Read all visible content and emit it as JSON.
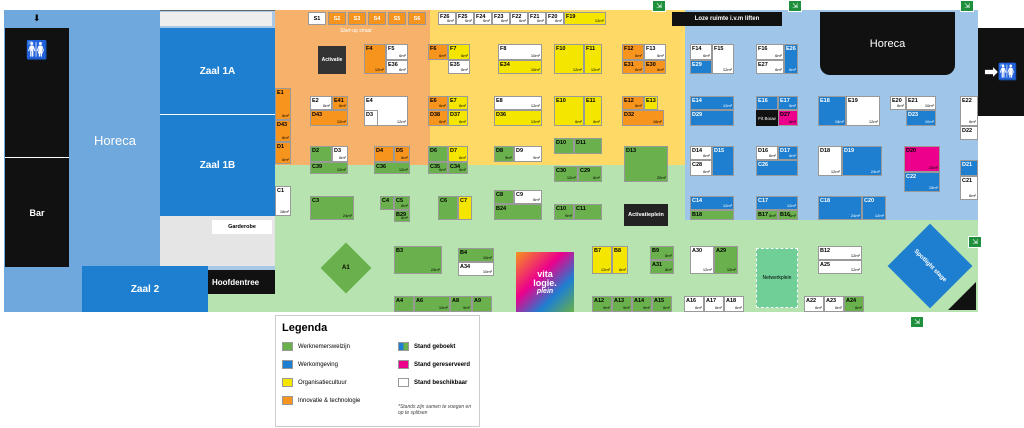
{
  "rooms": {
    "horeca_left": "Horeca",
    "bar": "Bar",
    "zaal1a": "Zaal 1A",
    "zaal1b": "Zaal 1B",
    "zaal2": "Zaal 2",
    "hoofdentree": "Hoofdentree",
    "garderobe": "Garderobe",
    "horeca_right": "Horeca",
    "lift": "Loze ruimte i.v.m liften",
    "activatie": "Activatie",
    "activatieplein": "Activatieplein",
    "netwerkplein": "Netwerkplein",
    "spotlight": "Spotlight stage",
    "startup": "Start-up straat",
    "vitalogie_1": "vita",
    "vitalogie_2": "logie.",
    "vitalogie_3": "plein",
    "fit_bouw": "Fit Bouw"
  },
  "startup_stands": [
    "S1",
    "S2",
    "S3",
    "S4",
    "S5",
    "S6"
  ],
  "legend": {
    "title": "Legenda",
    "items": [
      {
        "label": "Werknemerswelzijn",
        "color": "#6ab04c"
      },
      {
        "label": "Werkomgeving",
        "color": "#1e7fd0"
      },
      {
        "label": "Organisatiecultuur",
        "color": "#f5e600"
      },
      {
        "label": "Innovatie & technologie",
        "color": "#f7941d"
      },
      {
        "label": "Stand geboekt",
        "color": "multi"
      },
      {
        "label": "Stand gereserveerd",
        "color": "#ec008c"
      },
      {
        "label": "Stand beschikbaar",
        "color": "#ffffff"
      }
    ],
    "note": "*Stands zijn samen te voegen en op te splitsen"
  },
  "stands": [
    {
      "id": "F26",
      "size": "6m²",
      "c": "w"
    },
    {
      "id": "F25",
      "size": "6m²",
      "c": "w"
    },
    {
      "id": "F24",
      "size": "6m²",
      "c": "w"
    },
    {
      "id": "F23",
      "size": "6m²",
      "c": "w"
    },
    {
      "id": "F22",
      "size": "6m²",
      "c": "w"
    },
    {
      "id": "F21",
      "size": "6m²",
      "c": "w"
    },
    {
      "id": "F20",
      "size": "6m²",
      "c": "w"
    },
    {
      "id": "F19",
      "size": "12m²",
      "c": "y"
    },
    {
      "id": "F4",
      "size": "12m²",
      "c": "o"
    },
    {
      "id": "F5",
      "size": "6m²",
      "c": "w"
    },
    {
      "id": "E36",
      "size": "6m²",
      "c": "w"
    },
    {
      "id": "F6",
      "size": "6m²",
      "c": "o"
    },
    {
      "id": "F7",
      "size": "6m²",
      "c": "y"
    },
    {
      "id": "E35",
      "size": "6m²",
      "c": "w"
    },
    {
      "id": "F8",
      "size": "10m²",
      "c": "w"
    },
    {
      "id": "E34",
      "size": "10m²",
      "c": "y"
    },
    {
      "id": "F10",
      "size": "12m²",
      "c": "y"
    },
    {
      "id": "F11",
      "size": "12m²",
      "c": "y"
    },
    {
      "id": "F12",
      "size": "6m²",
      "c": "o"
    },
    {
      "id": "F13",
      "size": "6m²",
      "c": "w"
    },
    {
      "id": "E31",
      "size": "6m²",
      "c": "o"
    },
    {
      "id": "E30",
      "size": "6m²",
      "c": "o"
    },
    {
      "id": "E2",
      "size": "6m²",
      "c": "w"
    },
    {
      "id": "E41",
      "size": "6m²",
      "c": "o"
    },
    {
      "id": "E4",
      "size": "12m²",
      "c": "w"
    },
    {
      "id": "D43",
      "size": "12m²",
      "c": "o"
    },
    {
      "id": "D3",
      "size": "",
      "c": "w"
    },
    {
      "id": "E6",
      "size": "6m²",
      "c": "o"
    },
    {
      "id": "E7",
      "size": "6m²",
      "c": "y"
    },
    {
      "id": "D38",
      "size": "6m²",
      "c": "o"
    },
    {
      "id": "D37",
      "size": "6m²",
      "c": "y"
    },
    {
      "id": "E8",
      "size": "12m²",
      "c": "w"
    },
    {
      "id": "D36",
      "size": "12m²",
      "c": "y"
    },
    {
      "id": "E10",
      "size": "6m²",
      "c": "y"
    },
    {
      "id": "E11",
      "size": "6m²",
      "c": "y"
    },
    {
      "id": "E12",
      "size": "6m²",
      "c": "o"
    },
    {
      "id": "E13",
      "size": "",
      "c": "y"
    },
    {
      "id": "D32",
      "size": "16m²",
      "c": "o"
    },
    {
      "id": "F14",
      "size": "6m²",
      "c": "w"
    },
    {
      "id": "F15",
      "size": "12m²",
      "c": "w"
    },
    {
      "id": "E29",
      "size": "",
      "c": "b"
    },
    {
      "id": "F16",
      "size": "6m²",
      "c": "w"
    },
    {
      "id": "E26",
      "size": "6m²",
      "c": "b"
    },
    {
      "id": "E27",
      "size": "6m²",
      "c": "w"
    },
    {
      "id": "E14",
      "size": "12m²",
      "c": "b"
    },
    {
      "id": "D29",
      "size": "",
      "c": "b"
    },
    {
      "id": "E16",
      "size": "",
      "c": "b"
    },
    {
      "id": "E17",
      "size": "6m²",
      "c": "b"
    },
    {
      "id": "D27",
      "size": "6m²",
      "c": "m"
    },
    {
      "id": "E18",
      "size": "18m²",
      "c": "b"
    },
    {
      "id": "E19",
      "size": "12m²",
      "c": "w"
    },
    {
      "id": "E20",
      "size": "6m²",
      "c": "w"
    },
    {
      "id": "E21",
      "size": "10m²",
      "c": "w"
    },
    {
      "id": "D23",
      "size": "10m²",
      "c": "b"
    },
    {
      "id": "E22",
      "size": "6m²",
      "c": "w"
    },
    {
      "id": "D22",
      "size": "",
      "c": "w"
    },
    {
      "id": "E1",
      "size": "6m²",
      "c": "o"
    },
    {
      "id": "D43b",
      "size": "6m²",
      "c": "o"
    },
    {
      "id": "D1",
      "size": "6m²",
      "c": "o"
    },
    {
      "id": "C1",
      "size": "18m²",
      "c": "w"
    },
    {
      "id": "D2",
      "size": "",
      "c": "g"
    },
    {
      "id": "D3b",
      "size": "6m²",
      "c": "w"
    },
    {
      "id": "C39",
      "size": "12m²",
      "c": "g"
    },
    {
      "id": "D4",
      "size": "",
      "c": "o"
    },
    {
      "id": "D5",
      "size": "6m²",
      "c": "o"
    },
    {
      "id": "C36",
      "size": "12m²",
      "c": "g"
    },
    {
      "id": "D6",
      "size": "",
      "c": "g"
    },
    {
      "id": "D7",
      "size": "6m²",
      "c": "y"
    },
    {
      "id": "C35",
      "size": "6m²",
      "c": "g"
    },
    {
      "id": "C34",
      "size": "6m²",
      "c": "g"
    },
    {
      "id": "D8",
      "size": "9m²",
      "c": "g"
    },
    {
      "id": "D9",
      "size": "9m²",
      "c": "w"
    },
    {
      "id": "D10",
      "size": "",
      "c": "g"
    },
    {
      "id": "D11",
      "size": "",
      "c": "g"
    },
    {
      "id": "C30",
      "size": "12m²",
      "c": "g"
    },
    {
      "id": "C29",
      "size": "6m²",
      "c": "g"
    },
    {
      "id": "D13",
      "size": "20m²",
      "c": "g"
    },
    {
      "id": "D14",
      "size": "6m²",
      "c": "w"
    },
    {
      "id": "D15",
      "size": "",
      "c": "b"
    },
    {
      "id": "C28",
      "size": "6m²",
      "c": "w"
    },
    {
      "id": "D16",
      "size": "6m²",
      "c": "w"
    },
    {
      "id": "D17",
      "size": "6m²",
      "c": "b"
    },
    {
      "id": "C26",
      "size": "",
      "c": "b"
    },
    {
      "id": "D18",
      "size": "12m²",
      "c": "w"
    },
    {
      "id": "D19",
      "size": "24m²",
      "c": "b"
    },
    {
      "id": "D20",
      "size": "20m²",
      "c": "m"
    },
    {
      "id": "C22",
      "size": "15m²",
      "c": "b"
    },
    {
      "id": "D21",
      "size": "",
      "c": "b"
    },
    {
      "id": "C21",
      "size": "6m²",
      "c": "w"
    },
    {
      "id": "C3",
      "size": "24m²",
      "c": "g"
    },
    {
      "id": "C4",
      "size": "",
      "c": "g"
    },
    {
      "id": "C5",
      "size": "6m²",
      "c": "g"
    },
    {
      "id": "B29",
      "size": "6m²",
      "c": "g"
    },
    {
      "id": "C6",
      "size": "",
      "c": "g"
    },
    {
      "id": "C7",
      "size": "",
      "c": "y"
    },
    {
      "id": "C8",
      "size": "",
      "c": "g"
    },
    {
      "id": "C9",
      "size": "6m²",
      "c": "w"
    },
    {
      "id": "B24",
      "size": "",
      "c": "g"
    },
    {
      "id": "C10",
      "size": "9m²",
      "c": "g"
    },
    {
      "id": "C11",
      "size": "",
      "c": "g"
    },
    {
      "id": "C14",
      "size": "12m²",
      "c": "b"
    },
    {
      "id": "B18",
      "size": "",
      "c": "g"
    },
    {
      "id": "C17",
      "size": "12m²",
      "c": "b"
    },
    {
      "id": "B17",
      "size": "6m²",
      "c": "g"
    },
    {
      "id": "B16",
      "size": "6m²",
      "c": "g"
    },
    {
      "id": "C18",
      "size": "24m²",
      "c": "b"
    },
    {
      "id": "C20",
      "size": "12m²",
      "c": "b"
    },
    {
      "id": "B3",
      "size": "24m²",
      "c": "g"
    },
    {
      "id": "B4",
      "size": "10m²",
      "c": "g"
    },
    {
      "id": "A34",
      "size": "10m²",
      "c": "w"
    },
    {
      "id": "B7",
      "size": "12m²",
      "c": "y"
    },
    {
      "id": "B8",
      "size": "6m²",
      "c": "y"
    },
    {
      "id": "B9",
      "size": "6m²",
      "c": "g"
    },
    {
      "id": "A31",
      "size": "6m²",
      "c": "g"
    },
    {
      "id": "A30",
      "size": "12m²",
      "c": "w"
    },
    {
      "id": "A29",
      "size": "12m²",
      "c": "g"
    },
    {
      "id": "B12",
      "size": "12m²",
      "c": "w"
    },
    {
      "id": "A25",
      "size": "12m²",
      "c": "w"
    },
    {
      "id": "A4",
      "size": "",
      "c": "g"
    },
    {
      "id": "A6",
      "size": "10m²",
      "c": "g"
    },
    {
      "id": "A8",
      "size": "9m²",
      "c": "g"
    },
    {
      "id": "A9",
      "size": "",
      "c": "g"
    },
    {
      "id": "A12",
      "size": "9m²",
      "c": "g"
    },
    {
      "id": "A13",
      "size": "9m²",
      "c": "g"
    },
    {
      "id": "A14",
      "size": "9m²",
      "c": "g"
    },
    {
      "id": "A15",
      "size": "6m²",
      "c": "g"
    },
    {
      "id": "A16",
      "size": "6m²",
      "c": "w"
    },
    {
      "id": "A17",
      "size": "6m²",
      "c": "w"
    },
    {
      "id": "A18",
      "size": "6m²",
      "c": "w"
    },
    {
      "id": "A22",
      "size": "6m²",
      "c": "w"
    },
    {
      "id": "A23",
      "size": "6m²",
      "c": "w"
    },
    {
      "id": "A24",
      "size": "6m²",
      "c": "g"
    },
    {
      "id": "A1",
      "size": "",
      "c": "g"
    }
  ]
}
